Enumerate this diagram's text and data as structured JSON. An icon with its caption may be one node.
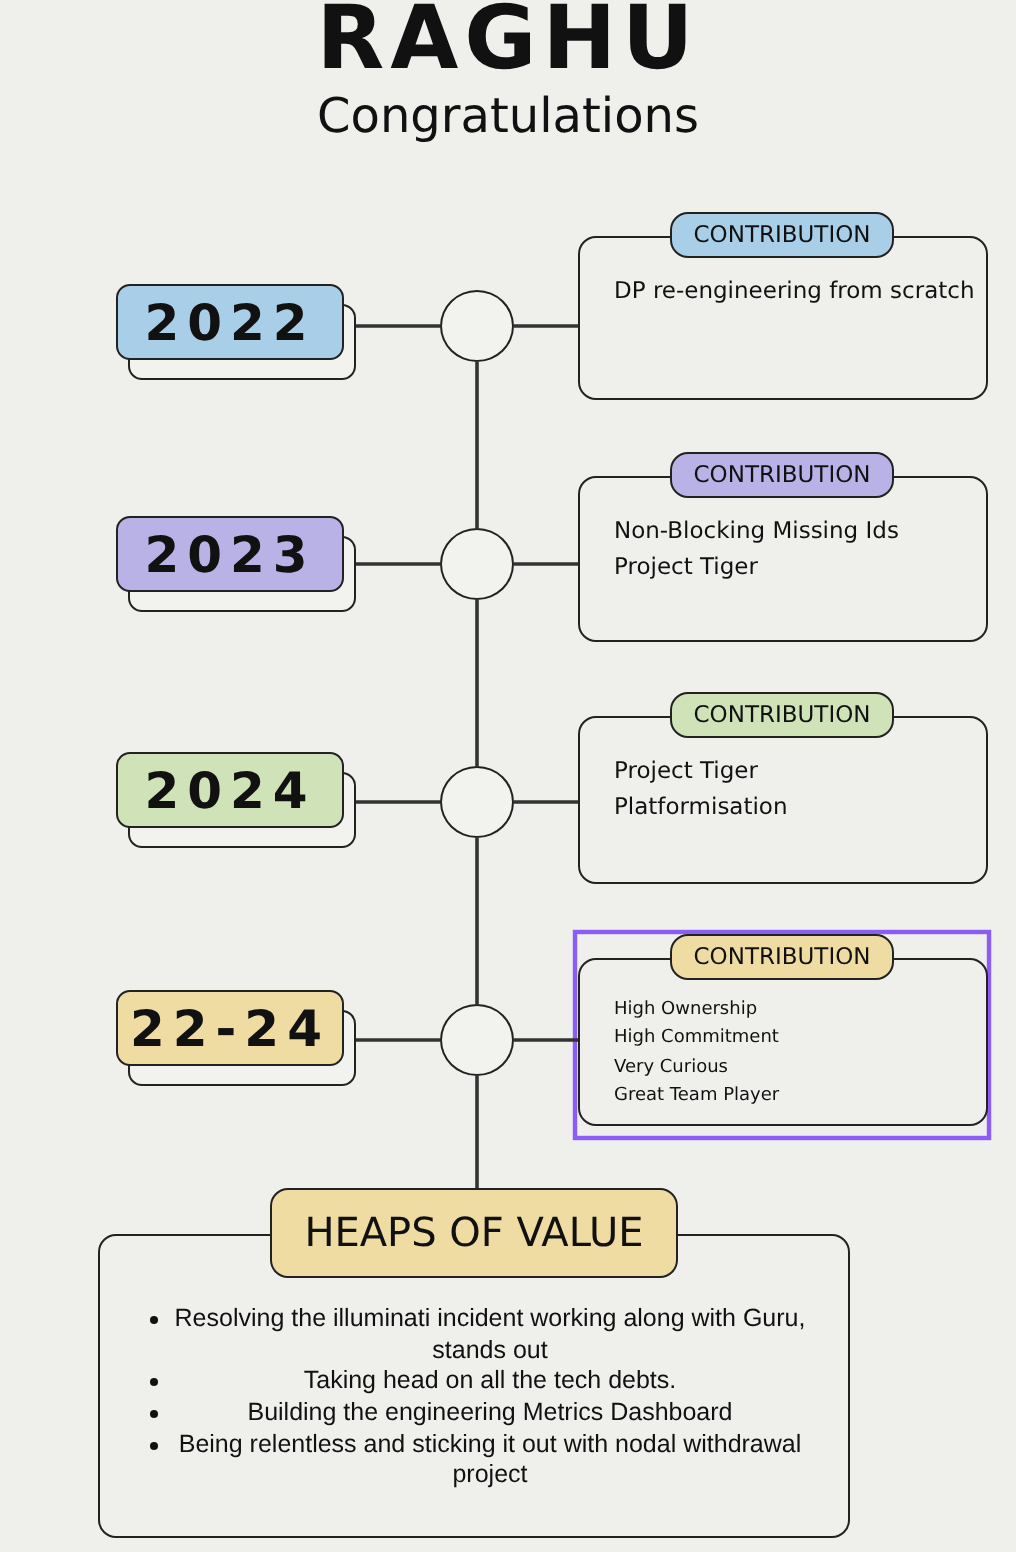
{
  "diagram": {
    "title": "RAGHU",
    "nodes": [
      {
        "text": [
          "2022"
        ]
      },
      {
        "text": [
          "2023"
        ]
      },
      {
        "text": [
          "2024"
        ]
      },
      {
        "text": [
          "22-24"
        ]
      },
      {
        "text": [],
        "shape": "circle"
      },
      {
        "text": [],
        "shape": "circle"
      },
      {
        "text": [],
        "shape": "circle"
      },
      {
        "text": [],
        "shape": "circle"
      },
      {
        "text": [
          "CONTRIBUTION",
          "DP re-engineering from scratch"
        ]
      },
      {
        "text": [
          "CONTRIBUTION",
          "Non-Blocking Missing Ids",
          "Project Tiger"
        ]
      },
      {
        "text": [
          "CONTRIBUTION",
          "Project Tiger",
          "Platformisation"
        ]
      },
      {
        "text": [
          "CONTRIBUTION",
          "High Ownership",
          "High Commitment",
          "Very Curious",
          "Great Team Player"
        ]
      },
      {
        "text": [
          "HEAPS OF VALUE",
          "Resolving the illuminati incident working along with Guru, stands out",
          "Taking head on all the tech debts.",
          "Building the engineering Metrics Dashboard",
          "Being relentless and sticking it out with nodal withdrawal project"
        ]
      }
    ],
    "edges": [
      {
        "from": 0,
        "to": 4,
        "arrow": "none"
      },
      {
        "from": 4,
        "to": 8,
        "arrow": "none"
      },
      {
        "from": 1,
        "to": 5,
        "arrow": "none"
      },
      {
        "from": 5,
        "to": 9,
        "arrow": "none"
      },
      {
        "from": 2,
        "to": 6,
        "arrow": "none"
      },
      {
        "from": 6,
        "to": 10,
        "arrow": "none"
      },
      {
        "from": 3,
        "to": 7,
        "arrow": "none"
      },
      {
        "from": 7,
        "to": 11,
        "arrow": "none"
      },
      {
        "from": 4,
        "to": 5,
        "arrow": "none"
      },
      {
        "from": 5,
        "to": 6,
        "arrow": "none"
      },
      {
        "from": 6,
        "to": 7,
        "arrow": "none"
      },
      {
        "from": 7,
        "to": 12,
        "arrow": "none"
      }
    ],
    "labels": [
      "Congratulations"
    ]
  }
}
